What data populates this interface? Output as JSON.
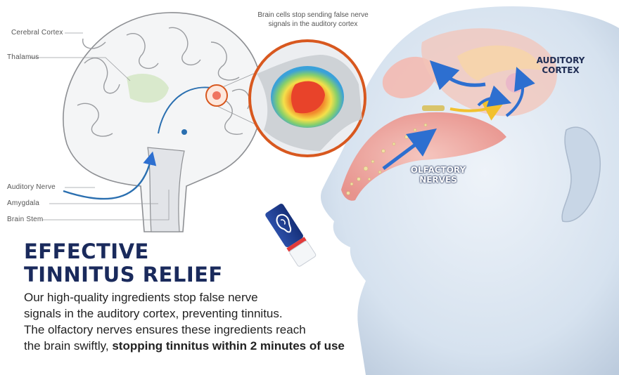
{
  "brain_labels": {
    "cerebral_cortex": "Cerebral Cortex",
    "thalamus": "Thalamus",
    "auditory_nerve": "Auditory Nerve",
    "amygdala": "Amygdala",
    "brain_stem": "Brain Stem"
  },
  "callout": {
    "line1": "Brain cells stop sending false nerve",
    "line2": "signals in the auditory cortex"
  },
  "auditory_cortex": {
    "line1": "AUDITORY",
    "line2": "CORTEX"
  },
  "olfactory_nerves": {
    "line1": "OLFACTORY",
    "line2": "NERVES"
  },
  "headline": {
    "line1": "EFFECTIVE",
    "line2": "TINNITUS RELIEF"
  },
  "body": {
    "line1": "Our high-quality ingredients stop false nerve",
    "line2": "signals in the auditory cortex, preventing tinnitus.",
    "line3": "The olfactory nerves ensures these ingredients reach",
    "line4_regular": "the brain swiftly, ",
    "line4_bold": "stopping tinnitus within 2 minutes of use"
  },
  "colors": {
    "headline": "#1a2a5c",
    "skin": "#dfe9f3",
    "nasal_cavity": "#f2a9a3",
    "arrow_blue": "#2d6fd0",
    "circle_orange": "#d8581f",
    "inhaler_blue": "#1f3f8f"
  },
  "icons": [
    "ear-icon"
  ]
}
